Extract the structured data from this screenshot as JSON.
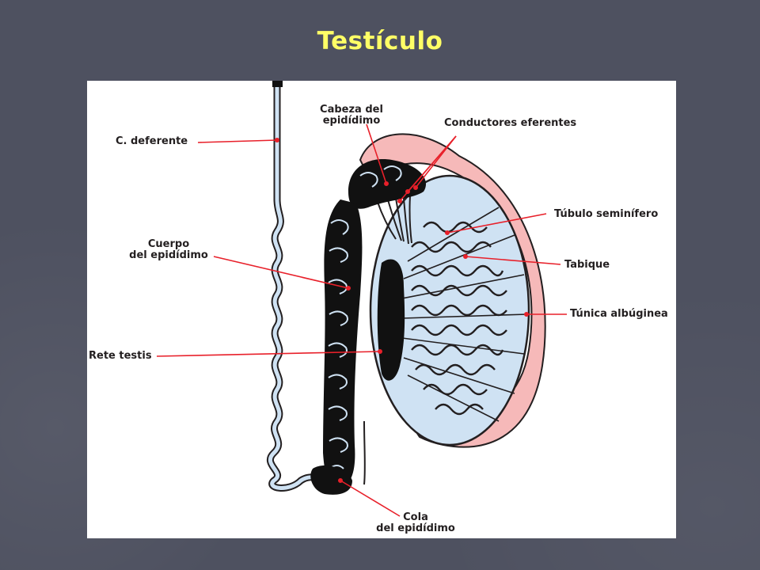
{
  "slide": {
    "title": "Testículo",
    "title_color": "#ffff66",
    "background": "#4e5160"
  },
  "diagram": {
    "labels": {
      "c_deferente": "C. deferente",
      "cabeza_epididimo_line1": "Cabeza del",
      "cabeza_epididimo_line2": "epidídimo",
      "conductores_eferentes": "Conductores eferentes",
      "tubulo_seminifero": "Túbulo seminífero",
      "cuerpo_epididimo_line1": "Cuerpo",
      "cuerpo_epididimo_line2": "del epidídimo",
      "tabique": "Tabique",
      "tunica_albuginea": "Túnica albúginea",
      "rete_testis": "Rete testis",
      "cola_epididimo_line1": "Cola",
      "cola_epididimo_line2": "del epidídimo"
    },
    "colors": {
      "leader_line": "#e8202a",
      "tunica": "#f6b9b9",
      "lobules": "#cfe2f3",
      "outline": "#231f20",
      "epididymis": "#111111"
    }
  }
}
